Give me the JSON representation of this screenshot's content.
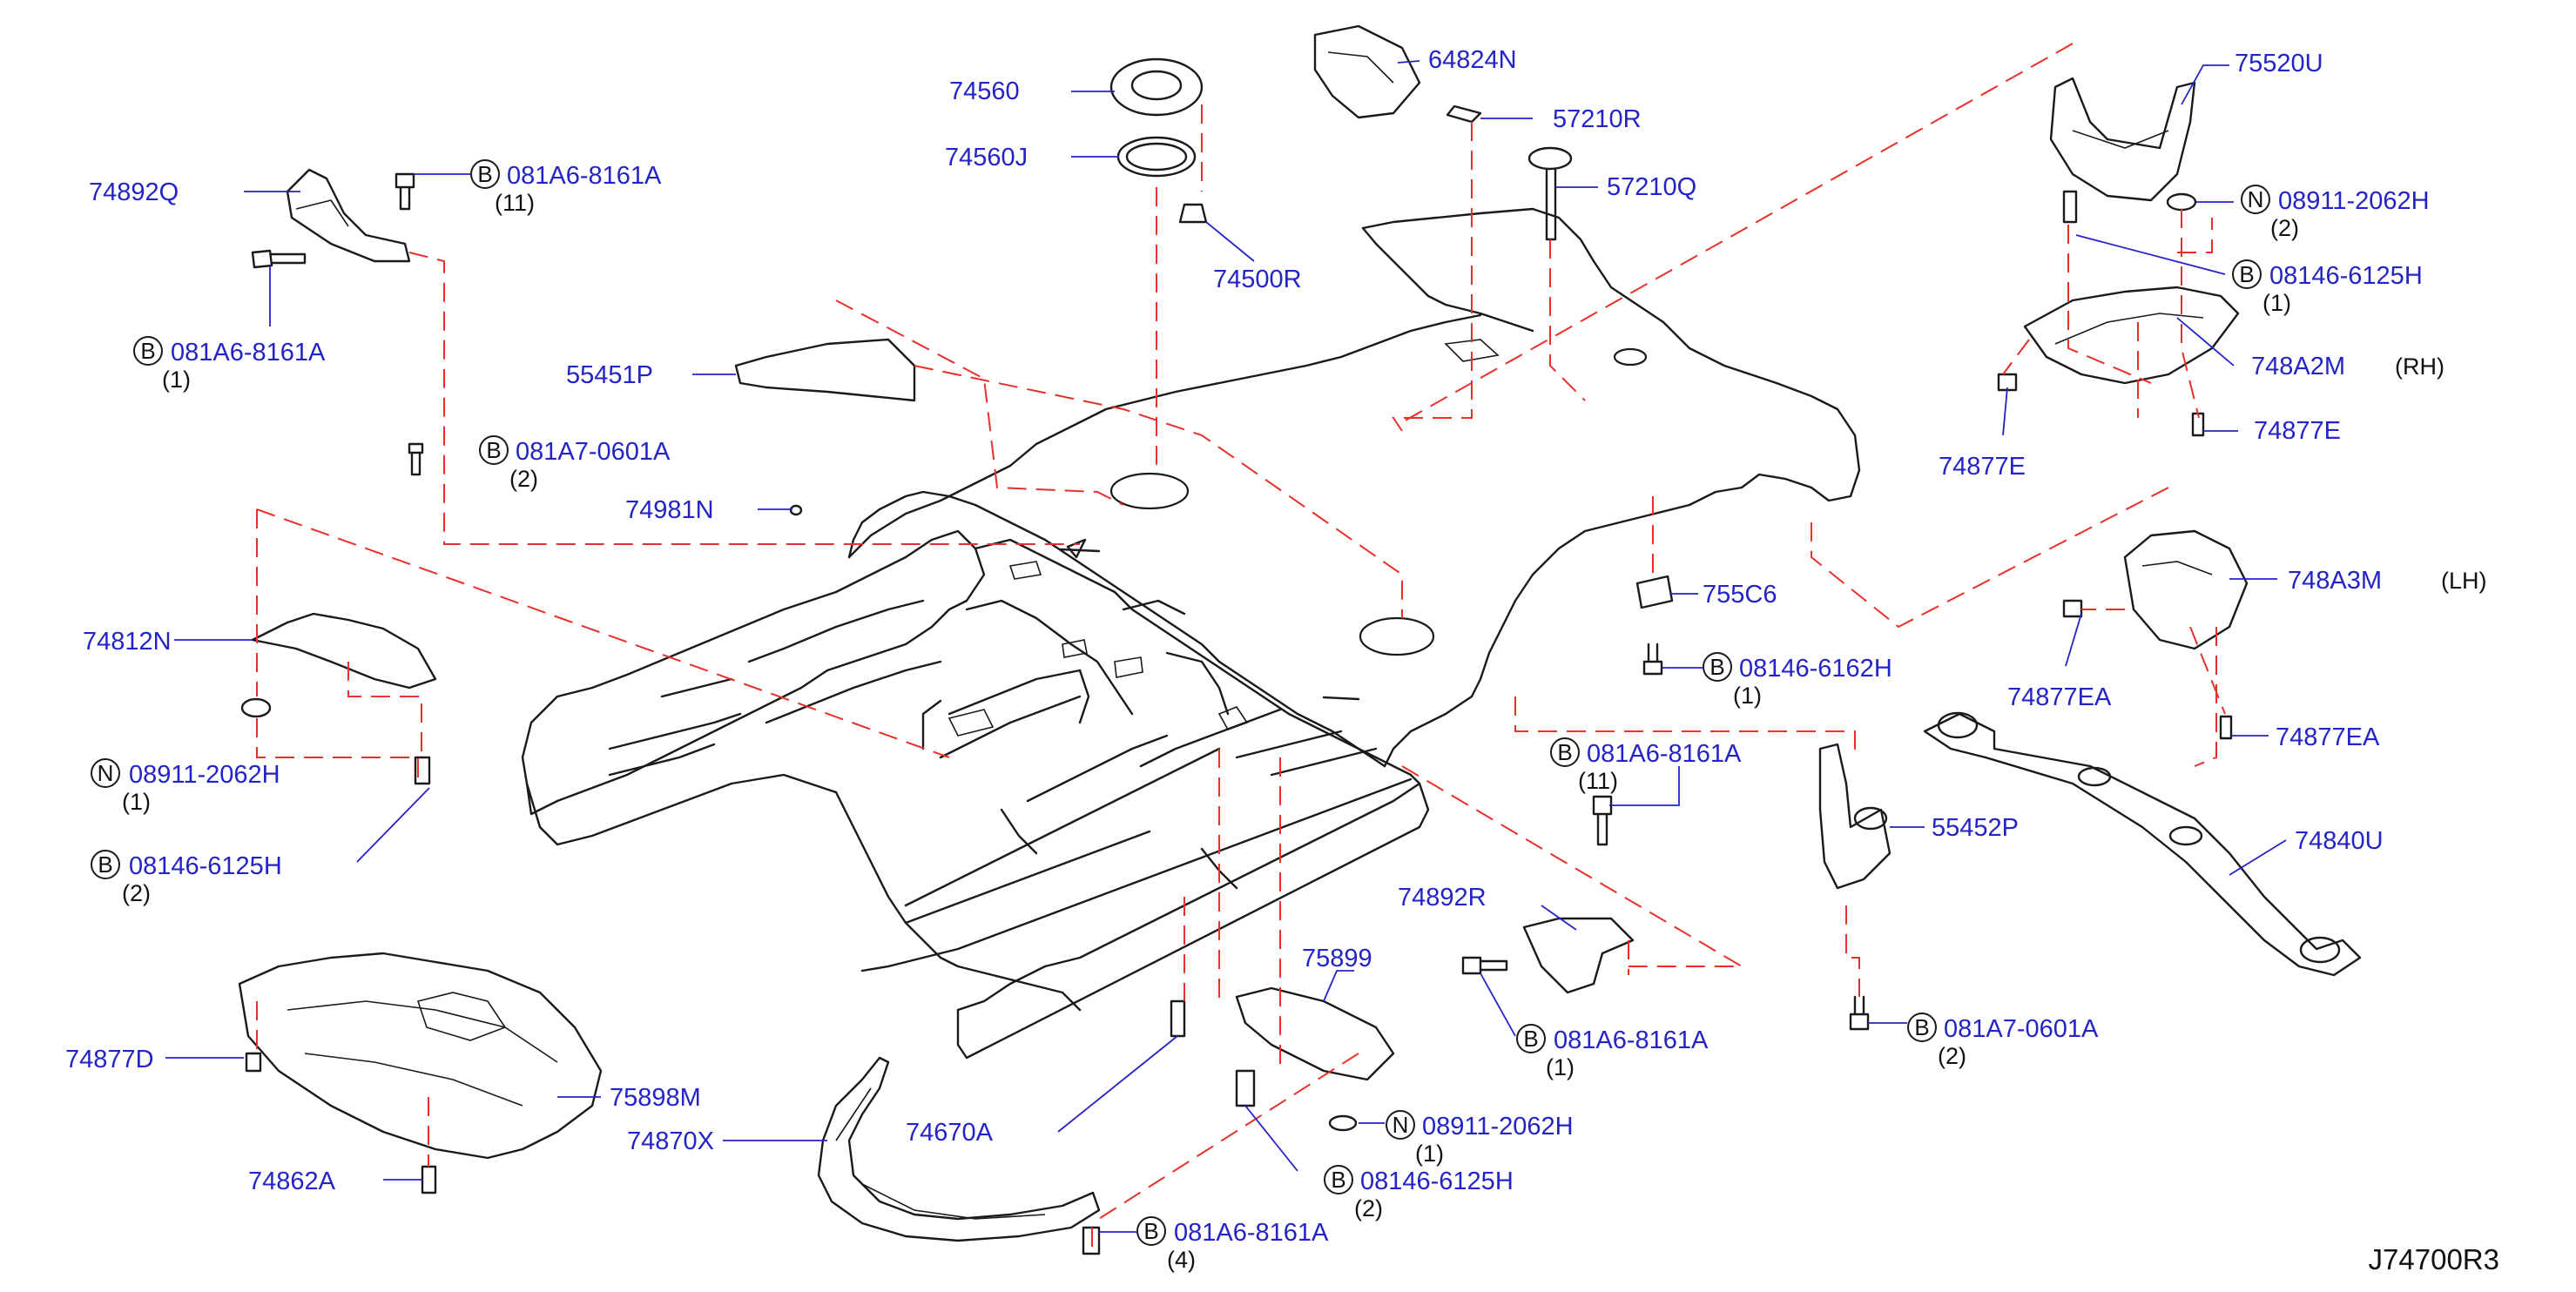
{
  "diagram_code": "J74700R3",
  "callouts": {
    "c1": {
      "part": "74892Q"
    },
    "c2": {
      "mark": "B",
      "part": "081A6-8161A",
      "qty": "(11)"
    },
    "c3": {
      "mark": "B",
      "part": "081A6-8161A",
      "qty": "(1)"
    },
    "c4": {
      "part": "74560"
    },
    "c5": {
      "part": "74560J"
    },
    "c6": {
      "part": "74500R"
    },
    "c7": {
      "part": "64824N"
    },
    "c8": {
      "part": "57210R"
    },
    "c9": {
      "part": "57210Q"
    },
    "c10": {
      "part": "75520U"
    },
    "c11": {
      "mark": "N",
      "part": "08911-2062H",
      "qty": "(2)"
    },
    "c12": {
      "mark": "B",
      "part": "08146-6125H",
      "qty": "(1)"
    },
    "c13": {
      "part": "748A2M",
      "side": "(RH)"
    },
    "c14": {
      "part": "74877E"
    },
    "c15": {
      "part": "74877E"
    },
    "c16": {
      "part": "55451P"
    },
    "c17": {
      "mark": "B",
      "part": "081A7-0601A",
      "qty": "(2)"
    },
    "c18": {
      "part": "74981N"
    },
    "c19": {
      "part": "74812N"
    },
    "c20": {
      "mark": "N",
      "part": "08911-2062H",
      "qty": "(1)"
    },
    "c21": {
      "mark": "B",
      "part": "08146-6125H",
      "qty": "(2)"
    },
    "c22": {
      "part": "755C6"
    },
    "c23": {
      "mark": "B",
      "part": "08146-6162H",
      "qty": "(1)"
    },
    "c24": {
      "part": "748A3M",
      "side": "(LH)"
    },
    "c25": {
      "part": "74877EA"
    },
    "c26": {
      "part": "74877EA"
    },
    "c27": {
      "mark": "B",
      "part": "081A6-8161A",
      "qty": "(11)"
    },
    "c28": {
      "part": "55452P"
    },
    "c29": {
      "part": "74840U"
    },
    "c30": {
      "part": "74892R"
    },
    "c31": {
      "mark": "B",
      "part": "081A6-8161A",
      "qty": "(1)"
    },
    "c32": {
      "mark": "B",
      "part": "081A7-0601A",
      "qty": "(2)"
    },
    "c33": {
      "part": "75899"
    },
    "c34": {
      "mark": "N",
      "part": "08911-2062H",
      "qty": "(1)"
    },
    "c35": {
      "mark": "B",
      "part": "08146-6125H",
      "qty": "(2)"
    },
    "c36": {
      "part": "74670A"
    },
    "c37": {
      "part": "74870X"
    },
    "c38": {
      "mark": "B",
      "part": "081A6-8161A",
      "qty": "(4)"
    },
    "c39": {
      "part": "74877D"
    },
    "c40": {
      "part": "75898M"
    },
    "c41": {
      "part": "74862A"
    }
  }
}
